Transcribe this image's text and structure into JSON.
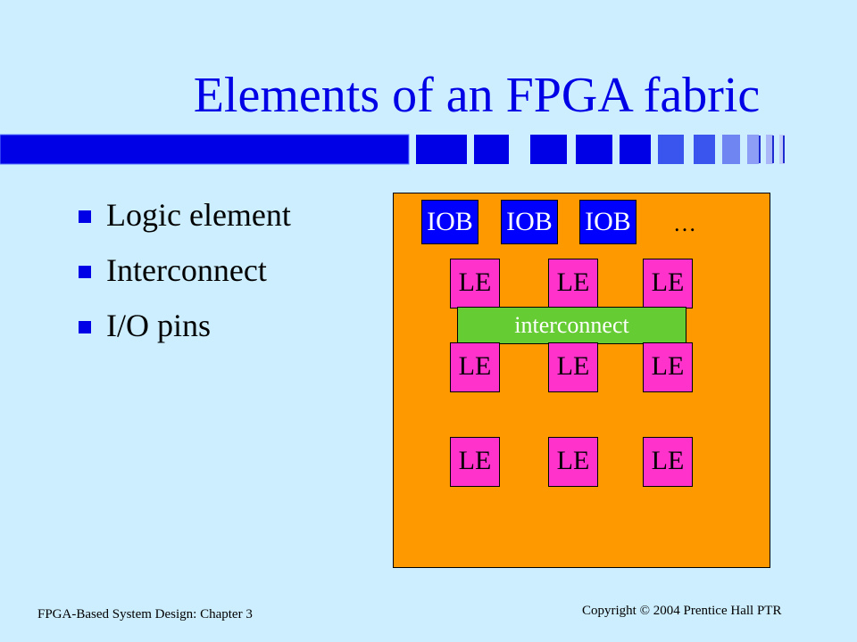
{
  "slide": {
    "title": "Elements of an FPGA fabric",
    "bullets": [
      "Logic element",
      "Interconnect",
      "I/O pins"
    ],
    "colors": {
      "background": "#cdeeff",
      "title": "#0000e6",
      "fabric": "#ff9900",
      "iob": "#0000ff",
      "logic_element": "#ff33cc",
      "interconnect": "#66cc33"
    }
  },
  "diagram": {
    "iob_labels": [
      "IOB",
      "IOB",
      "IOB"
    ],
    "iob_ellipsis": "…",
    "le_label": "LE",
    "interconnect_label": "interconnect"
  },
  "footer": {
    "left": "FPGA-Based System Design: Chapter 3",
    "right": "Copyright © 2004 Prentice Hall PTR"
  }
}
